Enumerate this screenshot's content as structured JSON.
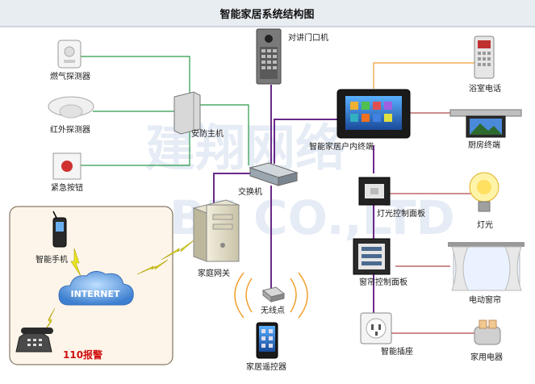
{
  "title": "智能家居系统结构图",
  "watermark": {
    "cn": "建翔网络",
    "en": "BE CO.,LTD"
  },
  "labels": {
    "gas_detector": "燃气探测器",
    "ir_detector": "红外探测器",
    "emergency_button": "紧急按钮",
    "security_host": "安防主机",
    "intercom": "对讲门口机",
    "switch": "交换机",
    "home_gateway": "家庭网关",
    "smart_terminal": "智能家居户内终端",
    "bathroom_phone": "浴室电话",
    "kitchen_terminal": "厨房终端",
    "light_panel": "灯光控制面板",
    "light": "灯光",
    "curtain_panel": "窗帘控制面板",
    "electric_curtain": "电动窗帘",
    "smart_socket": "智能插座",
    "appliance": "家用电器",
    "wireless_ap": "无线点",
    "home_remote": "家居遥控器",
    "smart_phone": "智能手机",
    "internet": "INTERNET",
    "alarm_110": "110报警"
  },
  "colors": {
    "purple_bus": "#6a2a8a",
    "green_link": "#2a9a4a",
    "red_link": "#b04a4a",
    "orange_link": "#f0a030",
    "alarm_red": "#d01010",
    "internet_blue": "#4a8ad8"
  }
}
